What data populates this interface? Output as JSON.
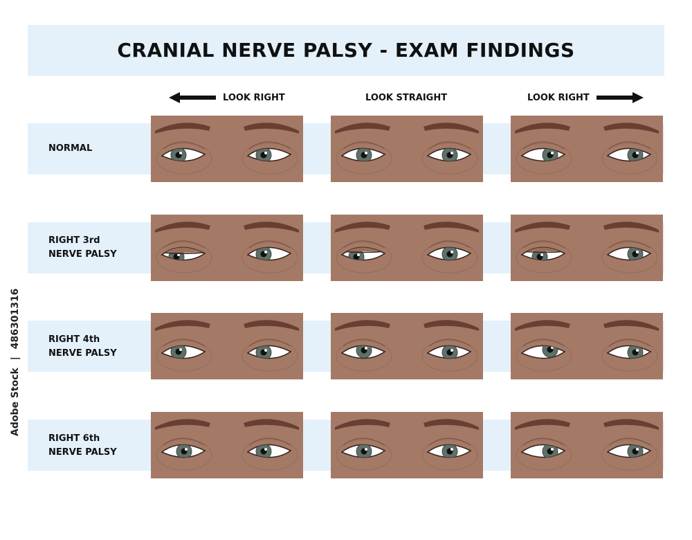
{
  "title": "CRANIAL NERVE PALSY - EXAM FINDINGS",
  "columns": [
    {
      "label": "LOOK RIGHT",
      "arrow": "left-arrow"
    },
    {
      "label": "LOOK STRAIGHT",
      "arrow": ""
    },
    {
      "label": "LOOK RIGHT",
      "arrow": "right-arrow"
    }
  ],
  "rows": [
    {
      "line1": "NORMAL",
      "line2": ""
    },
    {
      "line1": "RIGHT 3rd",
      "line2": "NERVE PALSY"
    },
    {
      "line1": "RIGHT 4th",
      "line2": "NERVE PALSY"
    },
    {
      "line1": "RIGHT 6th",
      "line2": "NERVE PALSY"
    }
  ],
  "watermark_id": "486301316",
  "watermark_brand": "Adobe Stock",
  "colors": {
    "band": "#e4f1fb",
    "skin": "#a47a66",
    "brow": "#6a3f33",
    "iris": "#5f7068",
    "sclera": "#ffffff"
  }
}
